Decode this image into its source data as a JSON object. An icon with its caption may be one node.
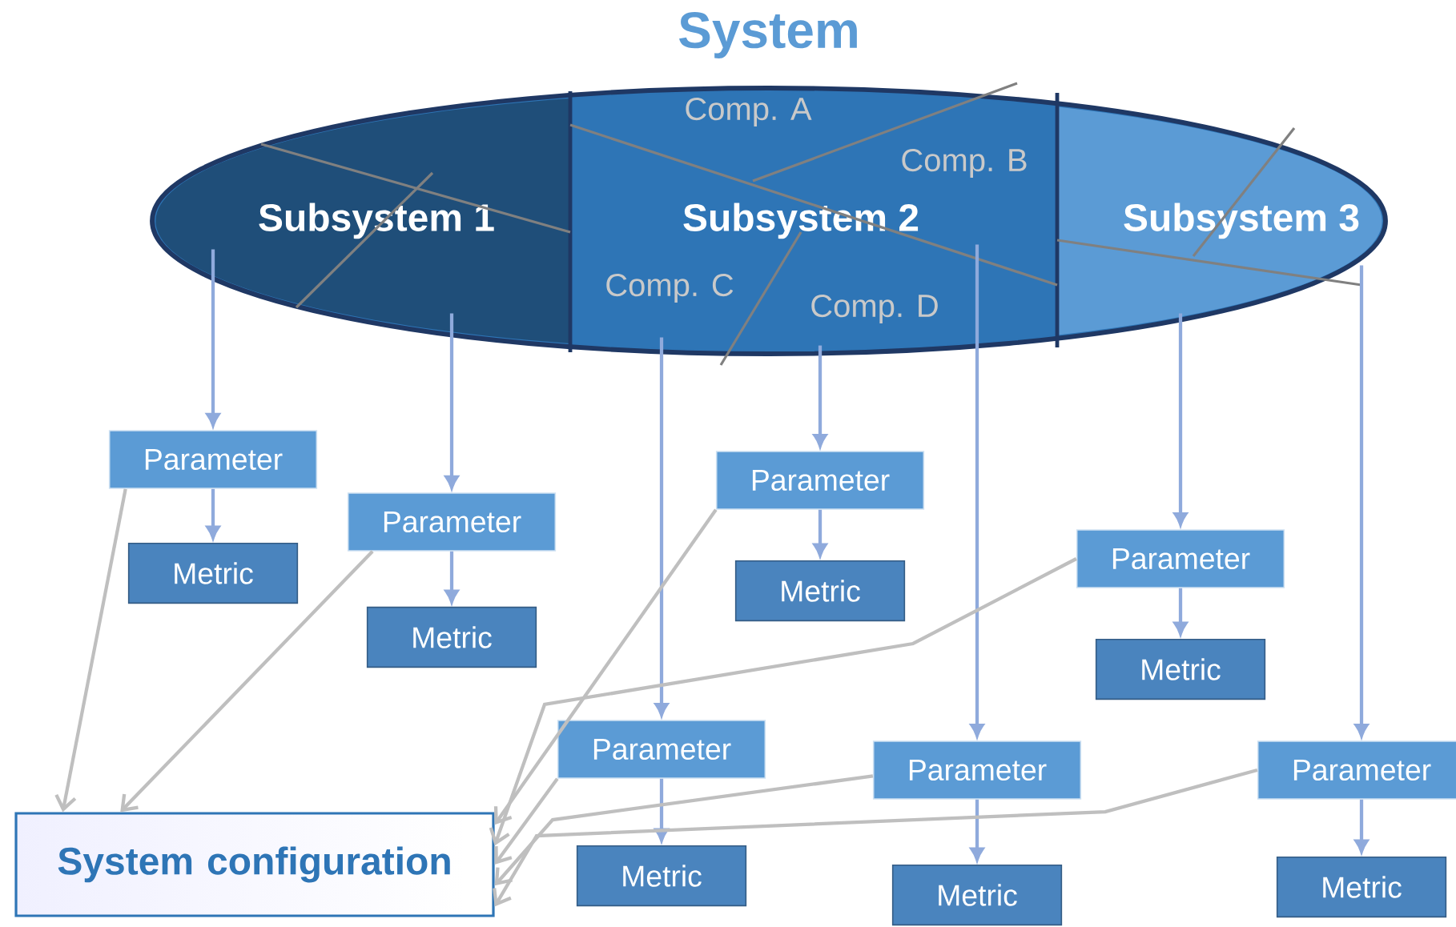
{
  "diagram": {
    "nodes": [
      {
        "text": [
          "System"
        ]
      },
      {
        "text": [
          "Subsystem 1"
        ],
        "in": 0
      },
      {
        "text": [
          "Subsystem 2"
        ],
        "in": 0
      },
      {
        "text": [
          "Subsystem 3"
        ],
        "in": 0
      },
      {
        "text": [
          "Parameter"
        ]
      },
      {
        "text": [
          "Metric"
        ]
      },
      {
        "text": [
          "Parameter"
        ]
      },
      {
        "text": [
          "Metric"
        ]
      },
      {
        "text": [
          "Parameter"
        ]
      },
      {
        "text": [
          "Metric"
        ]
      },
      {
        "text": [
          "Parameter"
        ]
      },
      {
        "text": [
          "Metric"
        ]
      },
      {
        "text": [
          "Parameter"
        ]
      },
      {
        "text": [
          "Metric"
        ]
      },
      {
        "text": [
          "Parameter"
        ]
      },
      {
        "text": [
          "Metric"
        ]
      },
      {
        "text": [
          "Parameter"
        ]
      },
      {
        "text": [
          "Metric"
        ]
      },
      {
        "text": [
          "System configuration"
        ]
      }
    ],
    "edges": [
      {
        "from": 1,
        "to": 4,
        "arrow": "to"
      },
      {
        "from": 4,
        "to": 5,
        "arrow": "to"
      },
      {
        "from": 4,
        "to": 18,
        "arrow": "to",
        "color": "#bfbfbf"
      },
      {
        "from": 1,
        "to": 6,
        "arrow": "to"
      },
      {
        "from": 6,
        "to": 7,
        "arrow": "to"
      },
      {
        "from": 6,
        "to": 18,
        "arrow": "to",
        "color": "#bfbfbf"
      },
      {
        "from": 2,
        "to": 8,
        "arrow": "to"
      },
      {
        "from": 8,
        "to": 9,
        "arrow": "to"
      },
      {
        "from": 8,
        "to": 18,
        "arrow": "to",
        "color": "#bfbfbf"
      },
      {
        "from": 2,
        "to": 10,
        "arrow": "to"
      },
      {
        "from": 10,
        "to": 11,
        "arrow": "to"
      },
      {
        "from": 10,
        "to": 18,
        "arrow": "to",
        "color": "#bfbfbf"
      },
      {
        "from": 2,
        "to": 12,
        "arrow": "to"
      },
      {
        "from": 12,
        "to": 13,
        "arrow": "to"
      },
      {
        "from": 12,
        "to": 18,
        "arrow": "to",
        "color": "#bfbfbf"
      },
      {
        "from": 3,
        "to": 14,
        "arrow": "to"
      },
      {
        "from": 14,
        "to": 15,
        "arrow": "to"
      },
      {
        "from": 14,
        "to": 18,
        "arrow": "to",
        "color": "#bfbfbf"
      },
      {
        "from": 3,
        "to": 16,
        "arrow": "to"
      },
      {
        "from": 16,
        "to": 17,
        "arrow": "to"
      },
      {
        "from": 16,
        "to": 18,
        "arrow": "to",
        "color": "#bfbfbf"
      }
    ],
    "labels": [
      "Comp. A",
      "Comp. B",
      "Comp. C",
      "Comp. D"
    ]
  }
}
